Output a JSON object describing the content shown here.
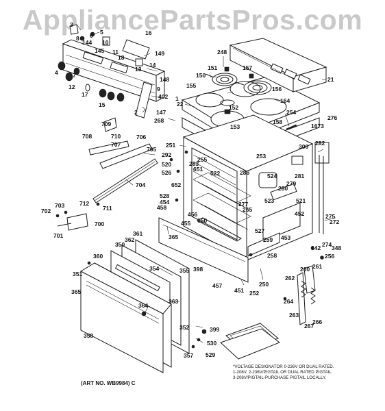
{
  "watermark": "AppliancePartsPros.com",
  "art_number": "(ART NO. WB9984) C",
  "voltage_note": [
    "*VOLTAGE DESIGNATOR 0-236V OR DUAL RATED.",
    "1-208V. 2-236V/PIGTAIL OR DUAL RATED PIGTAIL.",
    "3-208V/PIGTAIL-PURCHASE PIGTAIL LOCALLY."
  ],
  "part_labels": {
    "p3": "3",
    "p5": "5",
    "p6": "6",
    "p8": "8",
    "p16": "16",
    "p144": "144",
    "p10": "10",
    "p145": "145",
    "p11": "11",
    "p18": "18",
    "p149": "149",
    "p4": "4",
    "p7": "7",
    "p13": "13",
    "p14": "14",
    "p12": "12",
    "p148": "148",
    "p9": "9",
    "p17": "17",
    "p402": "402",
    "p15": "15",
    "p2": "2",
    "p147": "147",
    "p1": "1",
    "p268": "268",
    "p709": "709",
    "p710": "710",
    "p708": "708",
    "p707": "707",
    "p706": "706",
    "p705": "705",
    "p704": "704",
    "p703": "703",
    "p702": "702",
    "p712": "712",
    "p711": "711",
    "p700": "700",
    "p701": "701",
    "p248": "248",
    "p151": "151",
    "p150": "150",
    "p155": "155",
    "p157": "157",
    "p21": "21",
    "p156": "156",
    "p164": "164",
    "p22": "22",
    "p152": "152",
    "p153": "153",
    "p158": "158",
    "p254": "254",
    "p1673": "1673",
    "p276": "276",
    "p251": "251",
    "p292": "292",
    "p520": "520",
    "p255": "255",
    "p283": "283",
    "p651": "651",
    "p522": "522",
    "p526": "526",
    "p253": "253",
    "p286": "286",
    "p300": "300",
    "p282": "282",
    "p652": "652",
    "p524": "524",
    "p281": "281",
    "p280": "280",
    "p279": "279",
    "p523": "523",
    "p521": "521",
    "p528": "528",
    "p454": "454",
    "p458": "458",
    "p277": "277",
    "p265": "265",
    "p456": "456",
    "p650": "650",
    "p455": "455",
    "p452": "452",
    "p275": "275",
    "p272": "272",
    "p527": "527",
    "p259": "259",
    "p453": "453",
    "p342": "342",
    "p274": "274",
    "p348": "348",
    "p365": "365",
    "p361": "361",
    "p362": "362",
    "p350": "350",
    "p360": "360",
    "p354": "354",
    "p355": "355",
    "p398": "398",
    "p457": "457",
    "p451": "451",
    "p252": "252",
    "p250": "250",
    "p258": "258",
    "p256": "256",
    "p261": "261",
    "p260": "260",
    "p262": "262",
    "p264": "264",
    "p263": "263",
    "p266": "266",
    "p267": "267",
    "p351": "351",
    "p365b": "365",
    "p364": "364",
    "p363": "363",
    "p352": "352",
    "p399": "399",
    "p530": "530",
    "p358": "358",
    "p357": "357",
    "p529": "529"
  }
}
